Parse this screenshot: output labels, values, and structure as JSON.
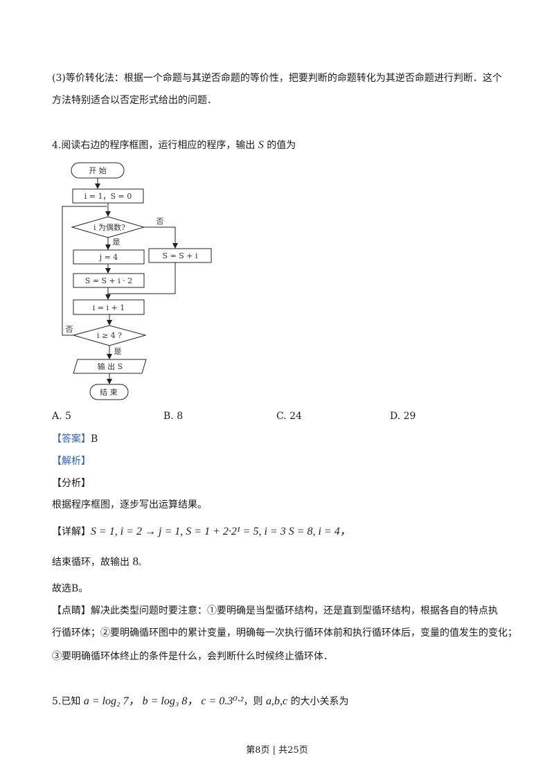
{
  "paragraph_intro": {
    "line1": "(3)等价转化法：根据一个命题与其逆否命题的等价性，把要判断的命题转化为其逆否命题进行判断．这个",
    "line2": "方法特别适合以否定形式给出的问题．"
  },
  "question4": {
    "stem": "4.阅读右边的程序框图，运行相应的程序，输出",
    "stem_var": "S",
    "stem_end": "的值为",
    "options": [
      {
        "label": "A. 5"
      },
      {
        "label": "B. 8"
      },
      {
        "label": "C. 24"
      },
      {
        "label": "D. 29"
      }
    ]
  },
  "flowchart": {
    "start": "开  始",
    "init": "i = 1，S = 0",
    "decision1": "i 为偶数?",
    "no1": "否",
    "yes1": "是",
    "assign_j": "j = 4",
    "assign_s_odd": "S = S + i",
    "assign_s_even": "S = S + i · 2",
    "increment": "i = i + 1",
    "decision2": "i ≥ 4 ?",
    "no2": "否",
    "yes2": "是",
    "output": "输 出 S",
    "end": "结  束"
  },
  "answer": {
    "answer_tag": "【答案】",
    "answer_value": "B",
    "analysis_tag": "【解析】",
    "fenxi_tag": "【分析】",
    "fenxi_text": "根据程序框图，逐步写出运算结果。",
    "detail_tag": "【详解】",
    "detail_expr": "S = 1, i = 2 → j = 1, S = 1 + 2·2¹ = 5, i = 3  S = 8, i = 4，",
    "conclusion_text": "结束循环，故输出",
    "conclusion_value": "8",
    "conclusion_end": "。",
    "choose": "故选B。",
    "comment_tag": "【点睛】",
    "comment_line1": "解决此类型问题时要注意：①要明确是当型循环结构，还是直到型循环结构，根据各自的特点执",
    "comment_line2": "行循环体；②要明确循环图中的累计变量，明确每一次执行循环体前和执行循环体后，变量的值发生的变化；",
    "comment_line3": "③要明确循环体终止的条件是什么，会判断什么时候终止循环体．"
  },
  "question5": {
    "prefix": "5.已知",
    "expr": "a = log₂ 7，  b = log₃ 8，  c = 0.3⁰·²",
    "suffix_pre": "，则",
    "vars": "a,b,c",
    "suffix": "的大小关系为"
  },
  "footer": {
    "text": "第8页 | 共25页"
  }
}
